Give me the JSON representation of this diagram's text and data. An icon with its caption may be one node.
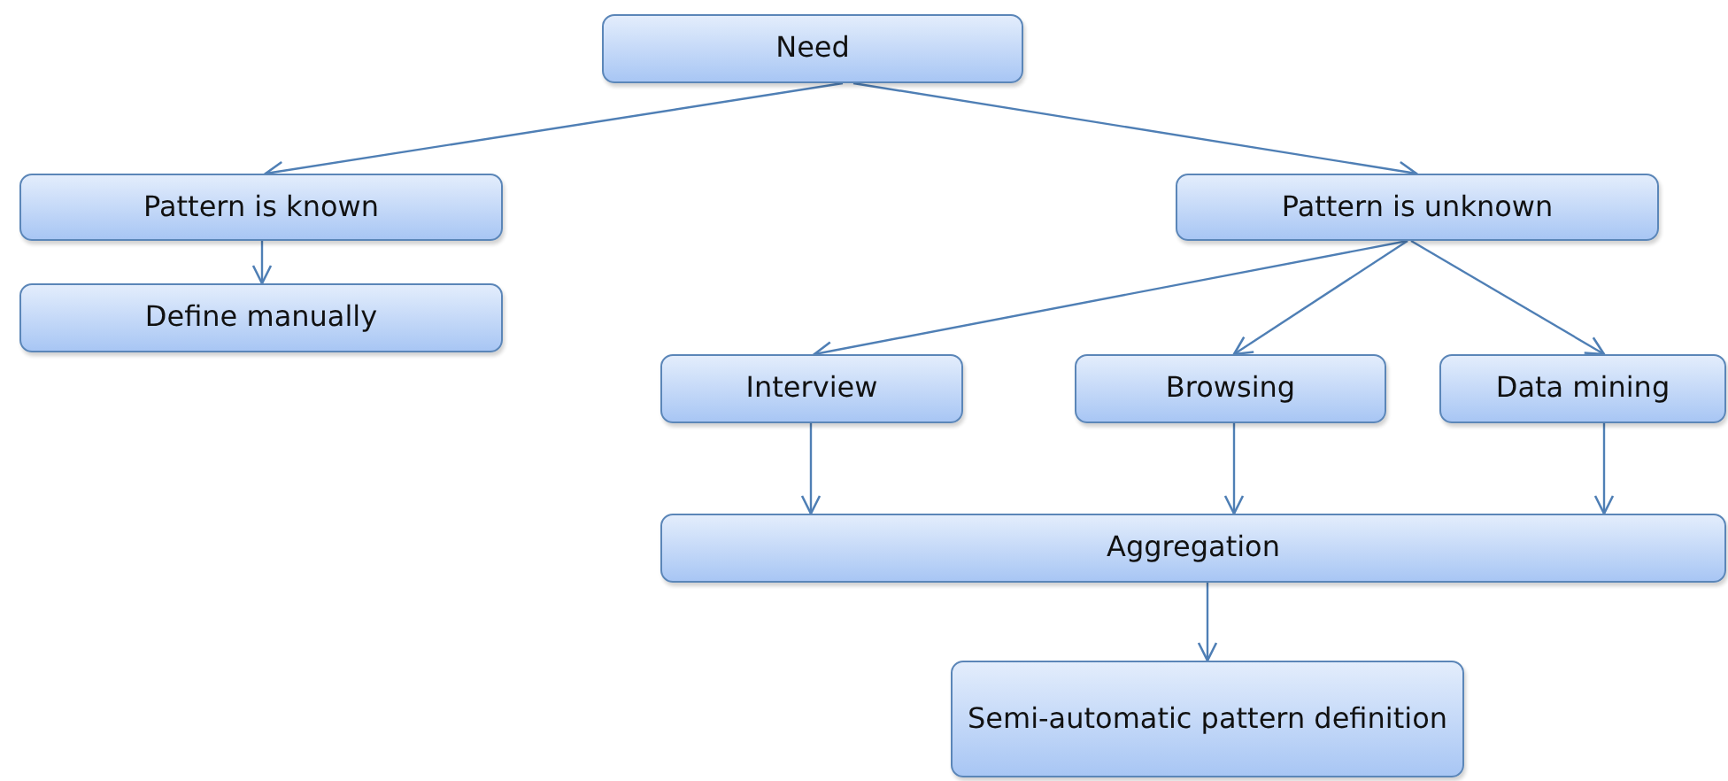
{
  "diagram": {
    "nodes": [
      {
        "text": [
          "Need"
        ]
      },
      {
        "text": [
          "Pattern is known"
        ]
      },
      {
        "text": [
          "Define manually"
        ]
      },
      {
        "text": [
          "Pattern is unknown"
        ]
      },
      {
        "text": [
          "Interview"
        ]
      },
      {
        "text": [
          "Browsing"
        ]
      },
      {
        "text": [
          "Data mining"
        ]
      },
      {
        "text": [
          "Aggregation"
        ]
      },
      {
        "text": [
          "Semi-automatic pattern definition"
        ]
      }
    ],
    "edges": [
      {
        "from": 0,
        "to": 1,
        "arrow": "to"
      },
      {
        "from": 0,
        "to": 3,
        "arrow": "to"
      },
      {
        "from": 1,
        "to": 2,
        "arrow": "to"
      },
      {
        "from": 3,
        "to": 4,
        "arrow": "to"
      },
      {
        "from": 3,
        "to": 5,
        "arrow": "to"
      },
      {
        "from": 3,
        "to": 6,
        "arrow": "to"
      },
      {
        "from": 4,
        "to": 7,
        "arrow": "to"
      },
      {
        "from": 5,
        "to": 7,
        "arrow": "to"
      },
      {
        "from": 6,
        "to": 7,
        "arrow": "to"
      },
      {
        "from": 7,
        "to": 8,
        "arrow": "to"
      }
    ]
  }
}
